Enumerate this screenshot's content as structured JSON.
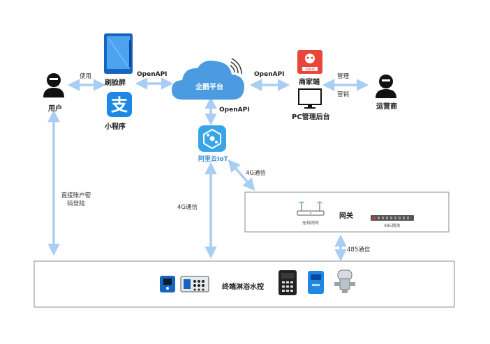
{
  "nodes": {
    "user": "用户",
    "face_screen": "刷脸屏",
    "mini_program": "小程序",
    "platform": "企鹅平台",
    "aliyun_iot": "阿里云IoT",
    "merchant": "商家端",
    "merchant_badge": "商家端",
    "pc_admin": "PC管理后台",
    "operator": "运营商",
    "gateway": "网关",
    "wifi_gateway": "无线网关",
    "gateway_485": "485网关",
    "terminal": "终端淋浴水控"
  },
  "edges": {
    "use": "使用",
    "openapi_screen": "OpenAPI",
    "openapi_merchant": "OpenAPI",
    "openapi_iot": "OpenAPI",
    "manage": "管理",
    "marketing": "营销",
    "direct_login": "直接账户密码登陆",
    "g4_left": "4G通信",
    "g4_right": "4G通信",
    "rs485": "485通信"
  },
  "colors": {
    "arrow": "#a9cdf3",
    "cloud": "#4a9be0",
    "alipay": "#1e88e5",
    "iot": "#39a5e6",
    "merchant_red": "#e8463a",
    "box_border": "#8c8c8c"
  }
}
